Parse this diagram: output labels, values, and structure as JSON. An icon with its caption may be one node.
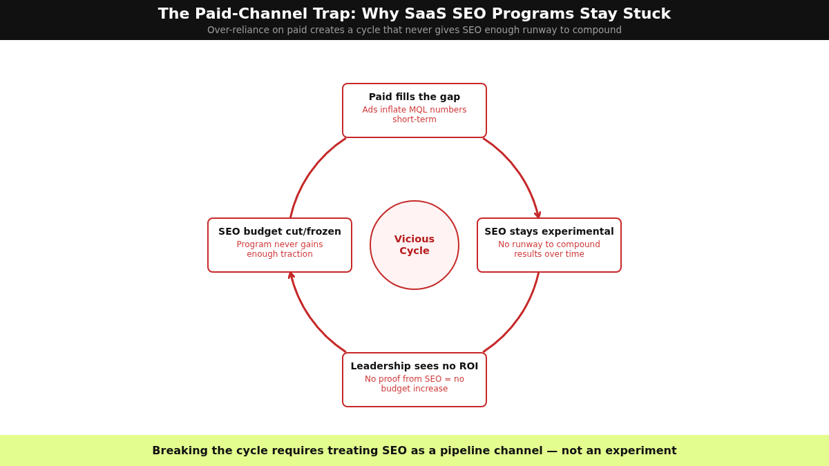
{
  "diagram": {
    "title": "The Paid-Channel Trap: Why SaaS SEO Programs Stay Stuck",
    "nodes": [
      {
        "text": [
          "Paid fills the gap",
          "Ads inflate MQL numbers short-term"
        ]
      },
      {
        "text": [
          "SEO budget cut/frozen",
          "Program never gains enough traction"
        ]
      },
      {
        "text": [
          "Vicious Cycle"
        ]
      },
      {
        "text": [
          "SEO stays experimental",
          "No runway to compound results over time"
        ]
      },
      {
        "text": [
          "Leadership sees no ROI",
          "No proof from SEO = no budget increase"
        ]
      }
    ],
    "edges": [
      {
        "from": 0,
        "to": 3,
        "arrow": "to"
      },
      {
        "from": 3,
        "to": 4,
        "arrow": "none"
      },
      {
        "from": 4,
        "to": 1,
        "arrow": "to"
      },
      {
        "from": 1,
        "to": 0,
        "arrow": "none"
      }
    ],
    "labels": [
      "Over-reliance on paid creates a cycle that never gives SEO enough runway to compound",
      "Breaking the cycle requires treating SEO as a pipeline channel — not an experiment"
    ]
  }
}
